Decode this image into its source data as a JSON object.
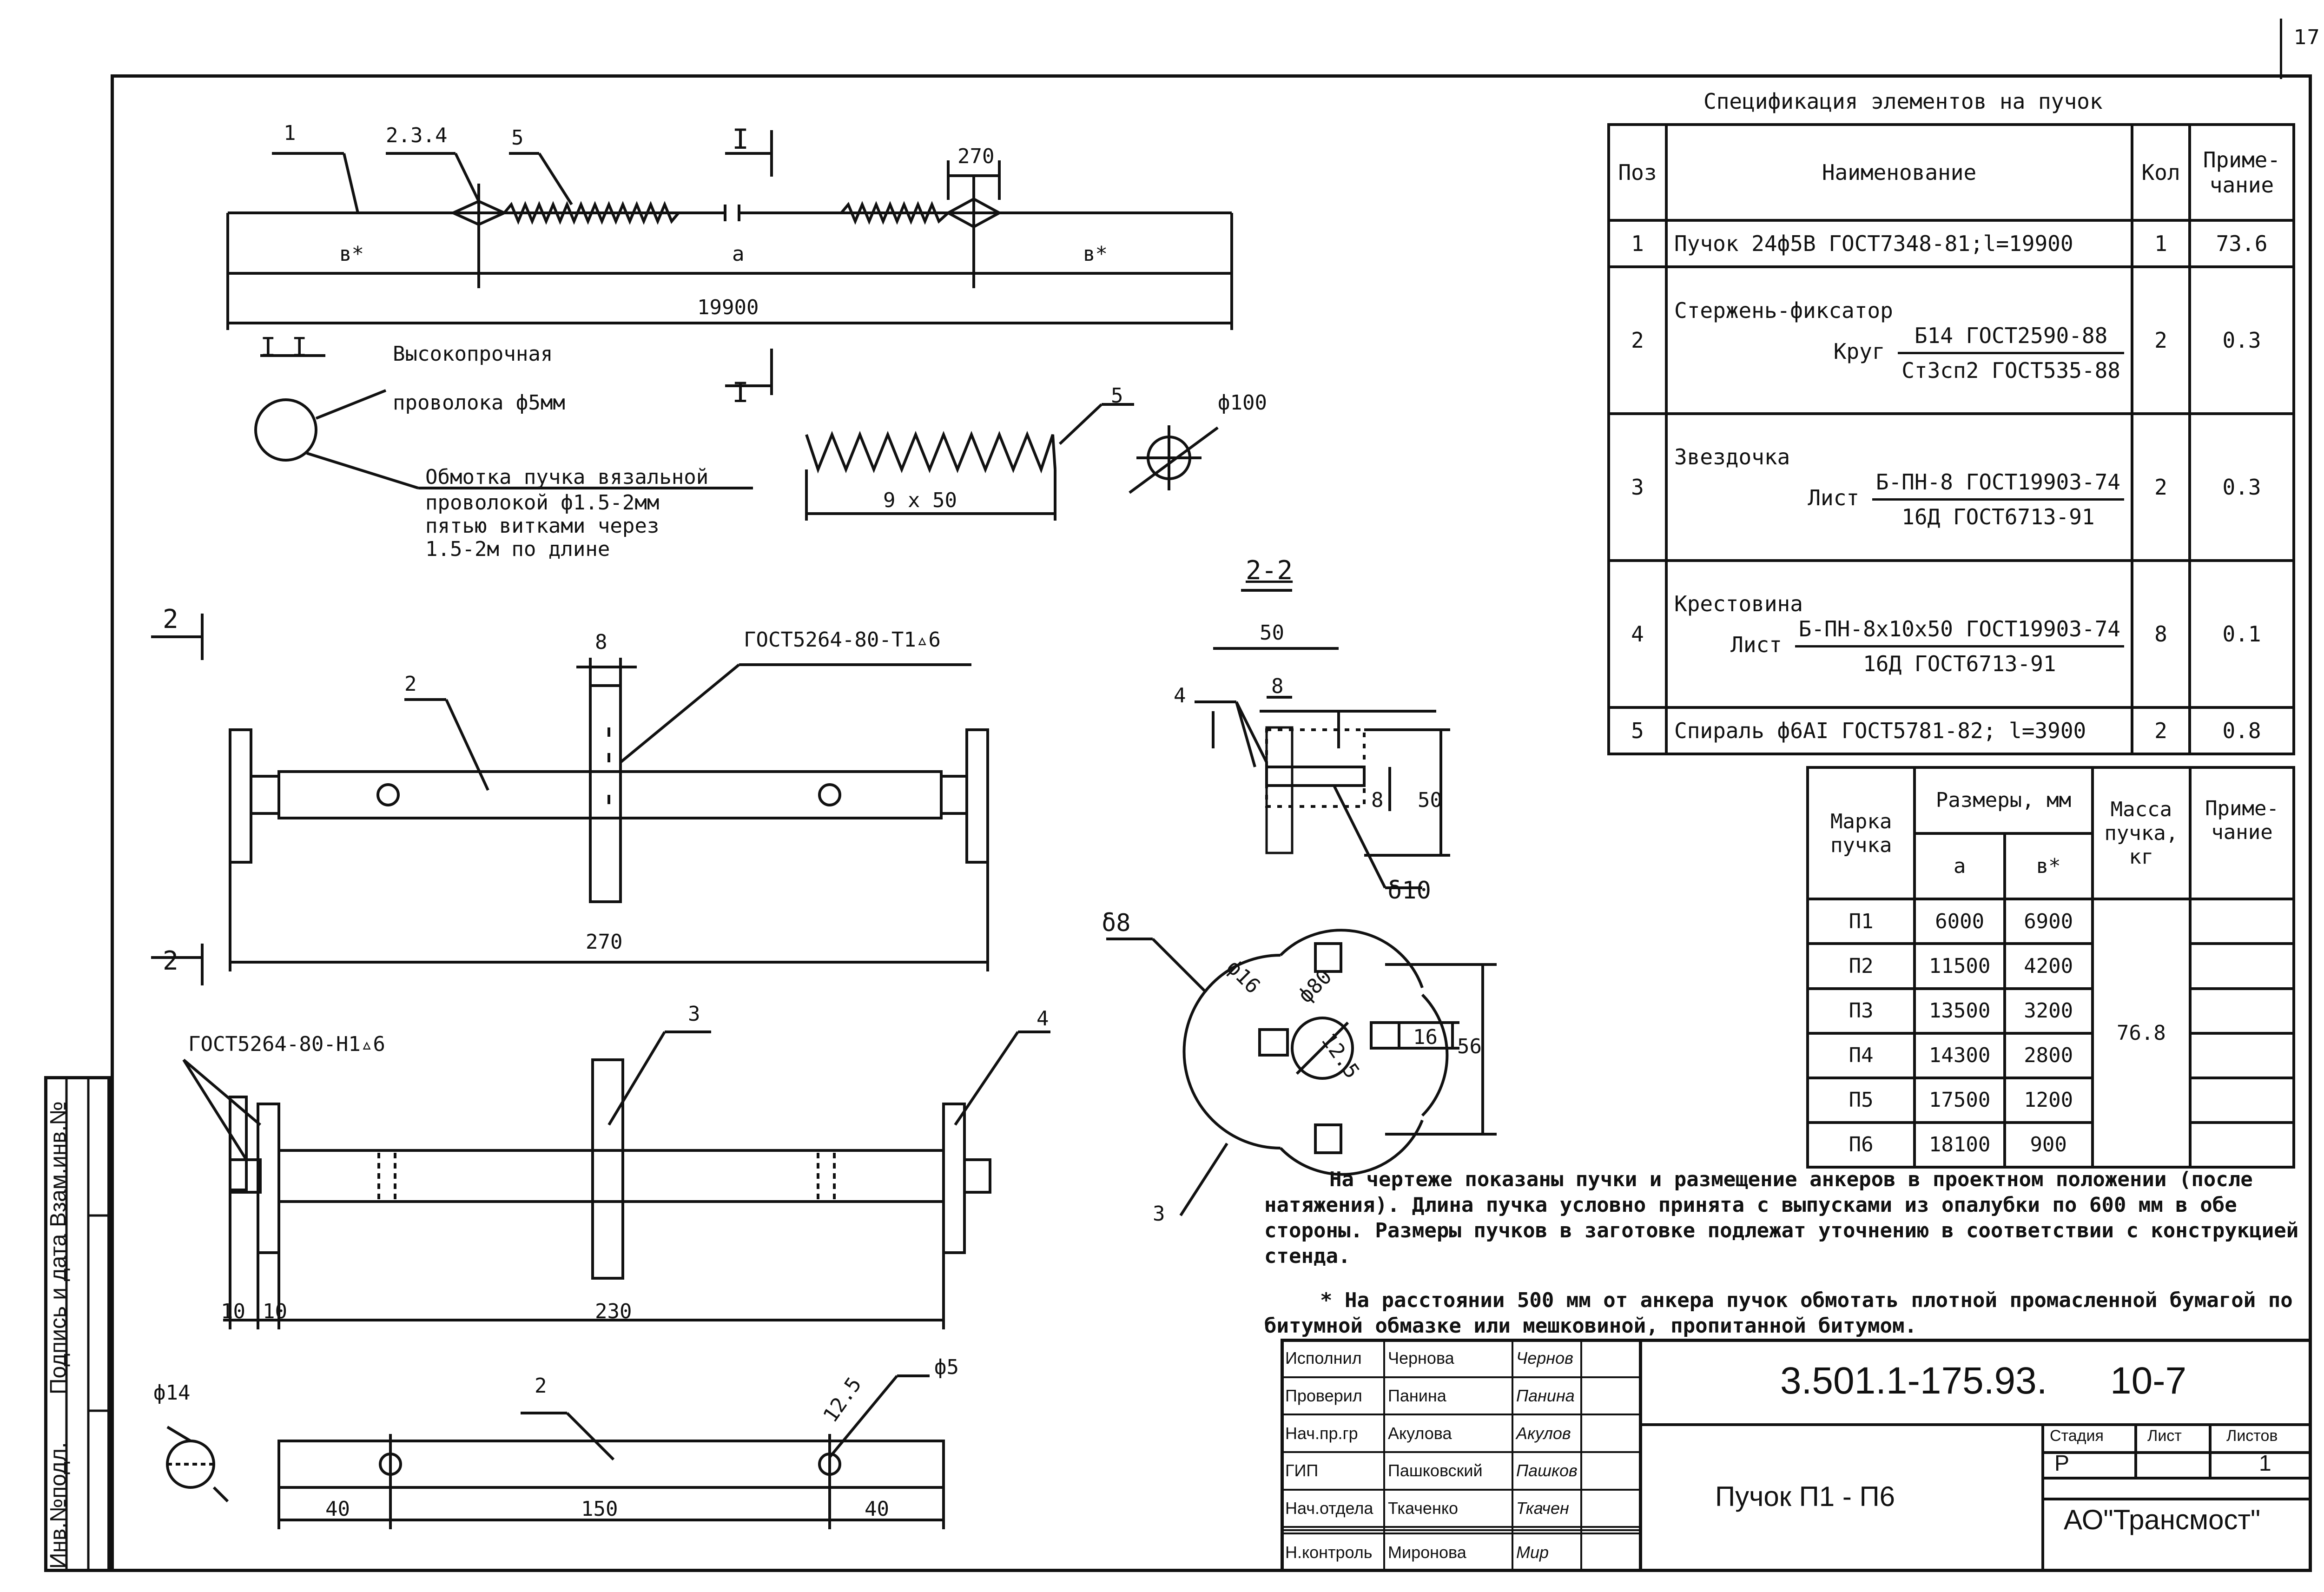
{
  "page_number": "17",
  "spec_table": {
    "title": "Спецификация элементов на пучок",
    "headers": {
      "pos": "Поз",
      "name": "Наименование",
      "qty": "Кол",
      "note": "Приме-\nчание"
    },
    "rows": [
      {
        "pos": "1",
        "name": "Пучок 24ф5В  ГОСТ7348-81;l=19900",
        "qty": "1",
        "note": "73.6"
      },
      {
        "pos": "2",
        "name_title": "Стержень-фиксатор",
        "name_prefix": "Круг",
        "name_num": "Б14 ГОСТ2590-88",
        "name_den": "Ст3сп2 ГОСТ535-88",
        "qty": "2",
        "note": "0.3"
      },
      {
        "pos": "3",
        "name_title": "Звездочка",
        "name_prefix": "Лист",
        "name_num": "Б-ПН-8 ГОСТ19903-74",
        "name_den": "16Д ГОСТ6713-91",
        "qty": "2",
        "note": "0.3"
      },
      {
        "pos": "4",
        "name_title": "Крестовина",
        "name_prefix": "Лист",
        "name_num": "Б-ПН-8х10х50 ГОСТ19903-74",
        "name_den": "16Д ГОСТ6713-91",
        "qty": "8",
        "note": "0.1"
      },
      {
        "pos": "5",
        "name": "Спираль ф6АI ГОСТ5781-82; l=3900",
        "qty": "2",
        "note": "0.8"
      }
    ]
  },
  "marks_table": {
    "headers": {
      "mark": "Марка\nпучка",
      "sizes": "Размеры, мм",
      "a": "а",
      "b": "в*",
      "mass": "Масса\nпучка,\nкг",
      "note": "Приме-\nчание"
    },
    "rows": [
      {
        "mark": "П1",
        "a": "6000",
        "b": "6900"
      },
      {
        "mark": "П2",
        "a": "11500",
        "b": "4200"
      },
      {
        "mark": "П3",
        "a": "13500",
        "b": "3200"
      },
      {
        "mark": "П4",
        "a": "14300",
        "b": "2800"
      },
      {
        "mark": "П5",
        "a": "17500",
        "b": "1200"
      },
      {
        "mark": "П6",
        "a": "18100",
        "b": "900"
      }
    ],
    "mass": "76.8"
  },
  "notes": {
    "main": "На чертеже показаны пучки и размещение анкеров в проектном положении (после натяжения). Длина пучка условно принята с выпусками из опалубки по 600 мм в обе стороны. Размеры пучков в заготовке подлежат уточнению в соответствии с конструкцией стенда.",
    "star": "* На расстоянии 500 мм от анкера пучок обмотать плотной промасленной бумагой по битумной обмазке или мешковиной, пропитанной битумом."
  },
  "drawing_labels": {
    "bundle": {
      "pos1": "1",
      "pos234": "2.3.4",
      "pos5": "5",
      "section": "I",
      "dim270": "270",
      "b_left": "в*",
      "a": "а",
      "b_right": "в*",
      "total": "19900"
    },
    "section_I": {
      "title": "I  I",
      "wire": "Высокопрочная",
      "wire2": "проволока ф5мм",
      "wrap1": "Обмотка пучка вязальной",
      "wrap2": "проволокой ф1.5-2мм",
      "wrap3": "пятью витками через",
      "wrap4": "1.5-2м по длине"
    },
    "spiral": {
      "pos": "5",
      "dim": "9 x 50",
      "dia": "ф100"
    },
    "fixator": {
      "view": "2",
      "weld": "ГОСТ5264-80-Т1▵6",
      "dim8": "8",
      "pos2": "2",
      "dim270": "270"
    },
    "section_22": {
      "title": "2-2",
      "dim50": "50",
      "dim8": "8",
      "dim8b": "8",
      "dim50v": "50",
      "pos4": "4",
      "thick": "δ10"
    },
    "star": {
      "thick": "δ8",
      "d16": "ф16",
      "d80": "ф80",
      "r125": "12.5",
      "dim16": "16",
      "dim56": "56",
      "pos3": "3"
    },
    "assembly": {
      "weld": "ГОСТ5264-80-Н1▵6",
      "pos3": "3",
      "pos4": "4",
      "d10a": "10",
      "d10b": "10",
      "d230": "230"
    },
    "rod": {
      "d14": "ф14",
      "pos2": "2",
      "r125": "12.5",
      "d5": "ф5",
      "d40a": "40",
      "d150": "150",
      "d40b": "40"
    }
  },
  "title_block": {
    "doc_code": "3.501.1-175.93.",
    "sheet_code": "10-7",
    "title": "Пучок  П1 - П6",
    "stage_label": "Стадия",
    "sheet_label": "Лист",
    "sheets_label": "Листов",
    "stage": "Р",
    "sheet": "",
    "sheets": "1",
    "org": "АО\"Трансмост\"",
    "people": [
      {
        "role": "Исполнил",
        "name": "Чернова",
        "sign": "Чернов"
      },
      {
        "role": "Проверил",
        "name": "Панина",
        "sign": "Панина"
      },
      {
        "role": "Нач.пр.гр",
        "name": "Акулова",
        "sign": "Акулов"
      },
      {
        "role": "ГИП",
        "name": "Пашковский",
        "sign": "Пашков"
      },
      {
        "role": "Нач.отдела",
        "name": "Ткаченко",
        "sign": "Ткачен"
      },
      {
        "role": "",
        "name": "",
        "sign": ""
      },
      {
        "role": "",
        "name": "",
        "sign": ""
      },
      {
        "role": "Н.контроль",
        "name": "Миронова",
        "sign": "Мир"
      }
    ]
  },
  "side_strip": {
    "col1": "Инв.№подл.",
    "col2": "Подпись и дата",
    "col3": "Взам.инв.№"
  }
}
